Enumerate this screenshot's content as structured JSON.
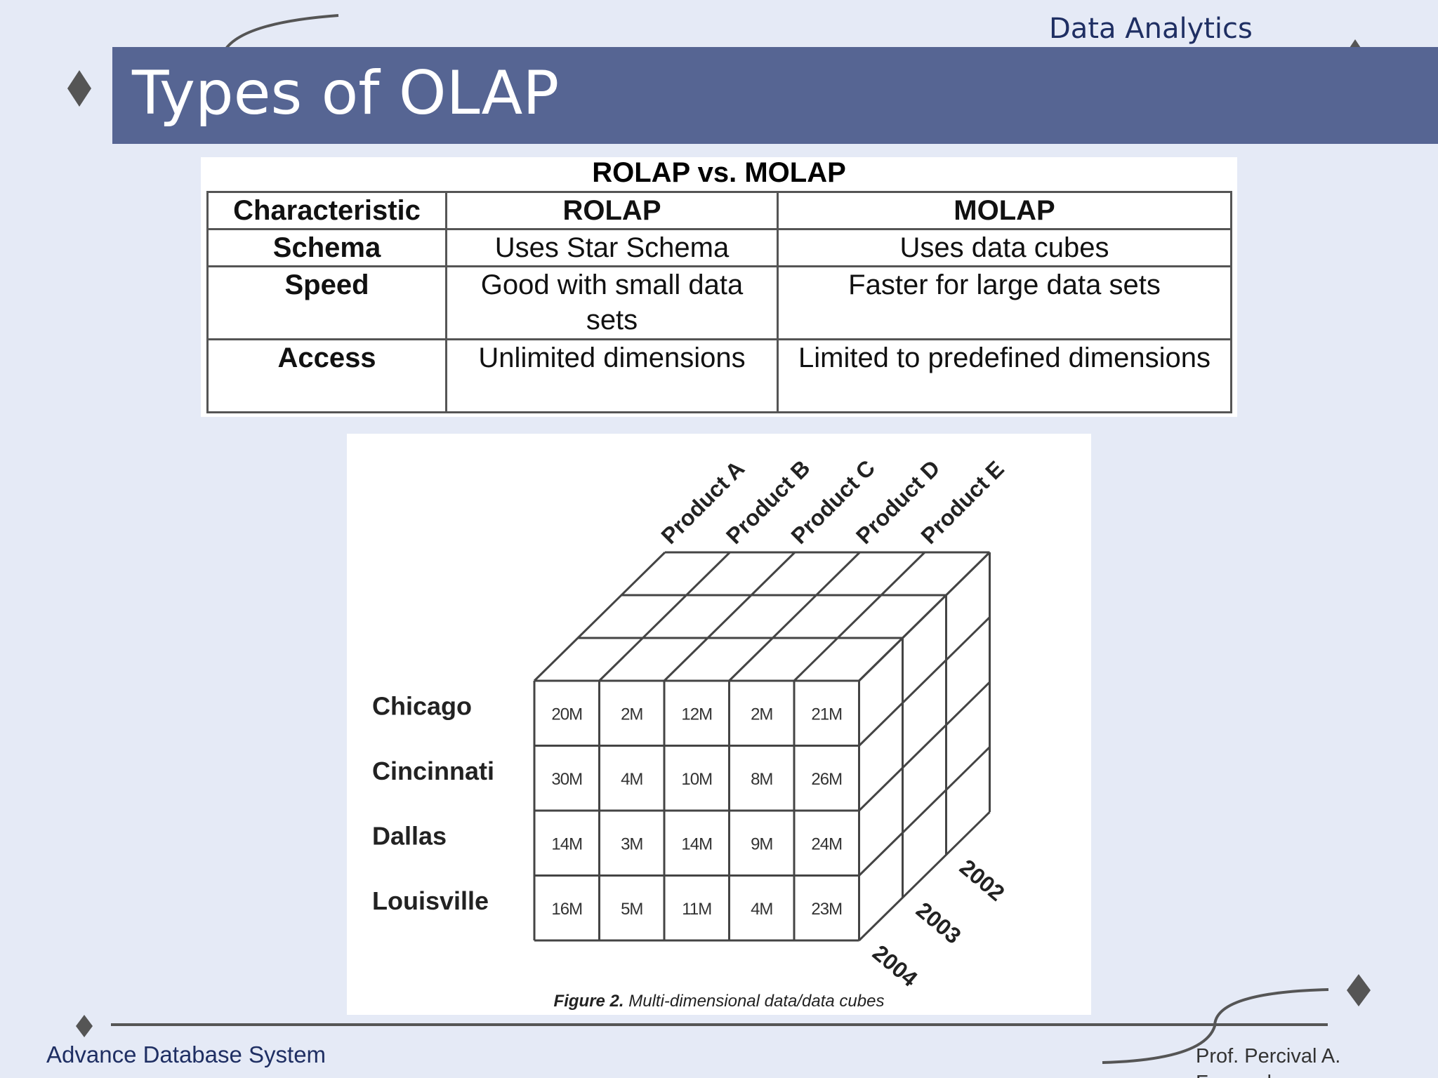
{
  "header": {
    "course_topic": "Data Analytics",
    "title": "Types of OLAP",
    "bar_color": "#566593"
  },
  "comparison_table": {
    "caption": "ROLAP vs. MOLAP",
    "columns": [
      "Characteristic",
      "ROLAP",
      "MOLAP"
    ],
    "rows": [
      {
        "characteristic": "Schema",
        "rolap": "Uses Star Schema",
        "molap": "Uses data cubes"
      },
      {
        "characteristic": "Speed",
        "rolap": "Good with small data sets",
        "molap": "Faster for large data sets"
      },
      {
        "characteristic": "Access",
        "rolap": "Unlimited dimensions",
        "molap": "Limited to predefined dimensions"
      }
    ]
  },
  "cube_figure": {
    "products": [
      "Product A",
      "Product B",
      "Product C",
      "Product D",
      "Product E"
    ],
    "cities": [
      "Chicago",
      "Cincinnati",
      "Dallas",
      "Louisville"
    ],
    "years": [
      "2002",
      "2003",
      "2004"
    ],
    "values": [
      [
        "20M",
        "2M",
        "12M",
        "2M",
        "21M"
      ],
      [
        "30M",
        "4M",
        "10M",
        "8M",
        "26M"
      ],
      [
        "14M",
        "3M",
        "14M",
        "9M",
        "24M"
      ],
      [
        "16M",
        "5M",
        "11M",
        "4M",
        "23M"
      ]
    ],
    "caption_label": "Figure 2.",
    "caption_text": " Multi-dimensional data/data cubes"
  },
  "footer": {
    "course_name": "Advance Database System",
    "professor": "Prof. Percival A. Fernandez"
  },
  "colors": {
    "background": "#e5eaf6",
    "accent_text": "#1f2f63",
    "decor": "#555555"
  }
}
